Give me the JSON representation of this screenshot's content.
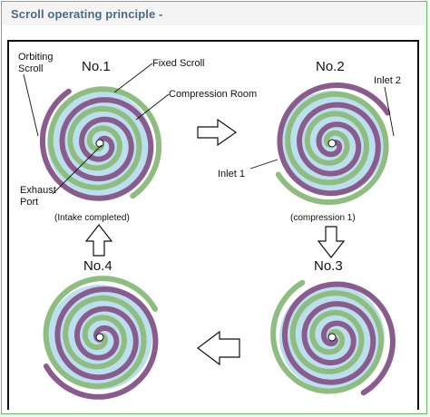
{
  "title": "Scroll operating principle -",
  "stages": [
    {
      "number": "No.1",
      "caption": "(Intake completed)"
    },
    {
      "number": "No.2",
      "caption": "(compression 1)"
    },
    {
      "number": "No.3",
      "caption": ""
    },
    {
      "number": "No.4",
      "caption": ""
    }
  ],
  "labels": {
    "orbiting_scroll": [
      "Orbiting",
      "Scroll"
    ],
    "fixed_scroll": "Fixed Scroll",
    "compression_room": "Compression Room",
    "exhaust_port": [
      "Exhaust",
      "Port"
    ],
    "inlet_1": "Inlet 1",
    "inlet_2": "Inlet 2"
  },
  "colors": {
    "orbiting_scroll": "#8a5c8e",
    "fixed_scroll": "#8fbd7f",
    "compression_room": "#bcdff0",
    "frame_border": "#5ac85a",
    "title_text": "#4b6a86"
  },
  "arrows": [
    "right",
    "down",
    "left",
    "up"
  ]
}
